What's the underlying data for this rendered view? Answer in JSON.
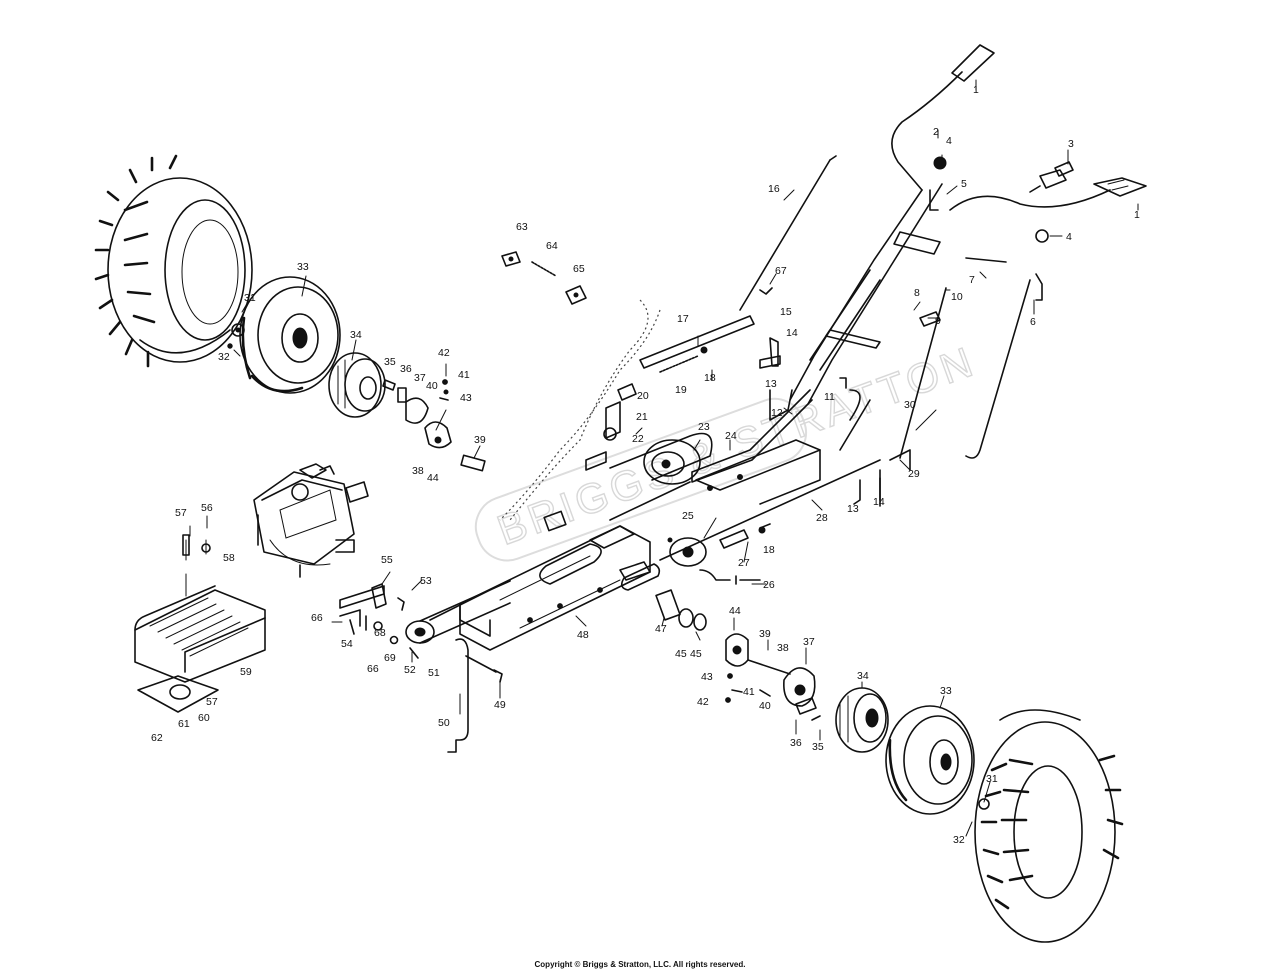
{
  "watermark": "BRIGGS & STRATTON",
  "copyright": "Copyright © Briggs & Stratton, LLC. All rights reserved.",
  "callouts": [
    {
      "id": "c1",
      "text": "1"
    },
    {
      "id": "c1b",
      "text": "1"
    },
    {
      "id": "c2",
      "text": "2"
    },
    {
      "id": "c3",
      "text": "3"
    },
    {
      "id": "c4",
      "text": "4"
    },
    {
      "id": "c4b",
      "text": "4"
    },
    {
      "id": "c5",
      "text": "5"
    },
    {
      "id": "c6",
      "text": "6"
    },
    {
      "id": "c7",
      "text": "7"
    },
    {
      "id": "c8",
      "text": "8"
    },
    {
      "id": "c9",
      "text": "9"
    },
    {
      "id": "c10",
      "text": "10"
    },
    {
      "id": "c11",
      "text": "11"
    },
    {
      "id": "c12",
      "text": "12"
    },
    {
      "id": "c13",
      "text": "13"
    },
    {
      "id": "c13b",
      "text": "13"
    },
    {
      "id": "c14",
      "text": "14"
    },
    {
      "id": "c14b",
      "text": "14"
    },
    {
      "id": "c15",
      "text": "15"
    },
    {
      "id": "c16",
      "text": "16"
    },
    {
      "id": "c17",
      "text": "17"
    },
    {
      "id": "c18",
      "text": "18"
    },
    {
      "id": "c18b",
      "text": "18"
    },
    {
      "id": "c19",
      "text": "19"
    },
    {
      "id": "c20",
      "text": "20"
    },
    {
      "id": "c21",
      "text": "21"
    },
    {
      "id": "c22",
      "text": "22"
    },
    {
      "id": "c23",
      "text": "23"
    },
    {
      "id": "c24",
      "text": "24"
    },
    {
      "id": "c25",
      "text": "25"
    },
    {
      "id": "c26",
      "text": "26"
    },
    {
      "id": "c27",
      "text": "27"
    },
    {
      "id": "c28",
      "text": "28"
    },
    {
      "id": "c29",
      "text": "29"
    },
    {
      "id": "c30",
      "text": "30"
    },
    {
      "id": "c31",
      "text": "31"
    },
    {
      "id": "c31b",
      "text": "31"
    },
    {
      "id": "c32",
      "text": "32"
    },
    {
      "id": "c32b",
      "text": "32"
    },
    {
      "id": "c33",
      "text": "33"
    },
    {
      "id": "c33b",
      "text": "33"
    },
    {
      "id": "c34",
      "text": "34"
    },
    {
      "id": "c34b",
      "text": "34"
    },
    {
      "id": "c35",
      "text": "35"
    },
    {
      "id": "c35b",
      "text": "35"
    },
    {
      "id": "c36",
      "text": "36"
    },
    {
      "id": "c36b",
      "text": "36"
    },
    {
      "id": "c37",
      "text": "37"
    },
    {
      "id": "c37b",
      "text": "37"
    },
    {
      "id": "c38",
      "text": "38"
    },
    {
      "id": "c38b",
      "text": "38"
    },
    {
      "id": "c39",
      "text": "39"
    },
    {
      "id": "c39b",
      "text": "39"
    },
    {
      "id": "c40",
      "text": "40"
    },
    {
      "id": "c40b",
      "text": "40"
    },
    {
      "id": "c41",
      "text": "41"
    },
    {
      "id": "c41b",
      "text": "41"
    },
    {
      "id": "c42",
      "text": "42"
    },
    {
      "id": "c42b",
      "text": "42"
    },
    {
      "id": "c43",
      "text": "43"
    },
    {
      "id": "c43b",
      "text": "43"
    },
    {
      "id": "c44",
      "text": "44"
    },
    {
      "id": "c44b",
      "text": "44"
    },
    {
      "id": "c45",
      "text": "45"
    },
    {
      "id": "c45b",
      "text": "45"
    },
    {
      "id": "c47",
      "text": "47"
    },
    {
      "id": "c48",
      "text": "48"
    },
    {
      "id": "c49",
      "text": "49"
    },
    {
      "id": "c50",
      "text": "50"
    },
    {
      "id": "c51",
      "text": "51"
    },
    {
      "id": "c52",
      "text": "52"
    },
    {
      "id": "c53",
      "text": "53"
    },
    {
      "id": "c54",
      "text": "54"
    },
    {
      "id": "c55",
      "text": "55"
    },
    {
      "id": "c56",
      "text": "56"
    },
    {
      "id": "c57",
      "text": "57"
    },
    {
      "id": "c57b",
      "text": "57"
    },
    {
      "id": "c58",
      "text": "58"
    },
    {
      "id": "c59",
      "text": "59"
    },
    {
      "id": "c60",
      "text": "60"
    },
    {
      "id": "c61",
      "text": "61"
    },
    {
      "id": "c62",
      "text": "62"
    },
    {
      "id": "c63",
      "text": "63"
    },
    {
      "id": "c64",
      "text": "64"
    },
    {
      "id": "c65",
      "text": "65"
    },
    {
      "id": "c66",
      "text": "66"
    },
    {
      "id": "c66b",
      "text": "66"
    },
    {
      "id": "c67",
      "text": "67"
    },
    {
      "id": "c68",
      "text": "68"
    },
    {
      "id": "c69",
      "text": "69"
    }
  ]
}
